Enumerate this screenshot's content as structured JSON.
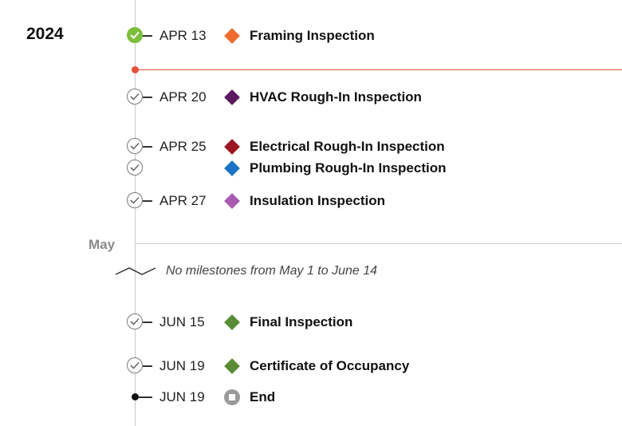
{
  "year": "2024",
  "month_label": "May",
  "gap_note": "No milestones from May 1 to June 14",
  "milestones": [
    {
      "date": "APR 13",
      "title": "Framing Inspection",
      "color": "#ef6a2e",
      "status": "complete"
    },
    {
      "date": "APR 20",
      "title": "HVAC Rough-In Inspection",
      "color": "#5c1a5e",
      "status": "pending"
    },
    {
      "date": "APR 25",
      "title": "Electrical Rough-In Inspection",
      "color": "#9c1520",
      "status": "pending"
    },
    {
      "date": "",
      "title": "Plumbing Rough-In Inspection",
      "color": "#1a73c4",
      "status": "pending"
    },
    {
      "date": "APR 27",
      "title": "Insulation Inspection",
      "color": "#a85bb0",
      "status": "pending"
    },
    {
      "date": "JUN 15",
      "title": "Final Inspection",
      "color": "#5a8c35",
      "status": "pending"
    },
    {
      "date": "JUN 19",
      "title": "Certificate of Occupancy",
      "color": "#5a8c35",
      "status": "pending"
    }
  ],
  "end": {
    "date": "JUN 19",
    "title": "End",
    "icon": "stop-icon"
  },
  "colors": {
    "today_line": "#e8503a",
    "complete_check": "#7cbf3c"
  }
}
